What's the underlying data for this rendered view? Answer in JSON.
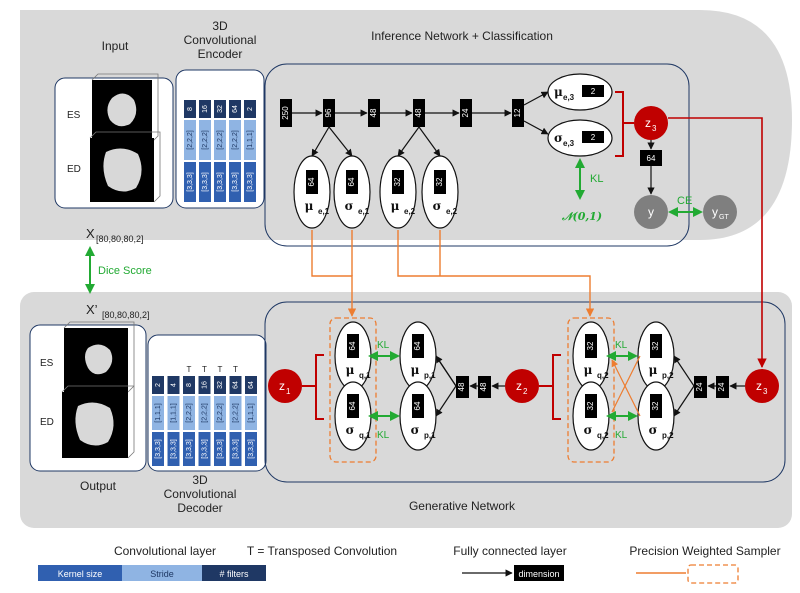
{
  "titles": {
    "input": "Input",
    "encoder_l1": "3D",
    "encoder_l2": "Convolutional",
    "encoder_l3": "Encoder",
    "inference": "Inference Network + Classification",
    "output": "Output",
    "decoder_l1": "3D",
    "decoder_l2": "Convolutional",
    "decoder_l3": "Decoder",
    "generative": "Generative Network"
  },
  "images": {
    "es": "ES",
    "ed": "ED"
  },
  "x_label": {
    "main": "X",
    "sub": "[80,80,80,2]"
  },
  "xprime_label": {
    "main": "X’",
    "sub": "[80,80,80,2]"
  },
  "dice": "Dice Score",
  "encoder_cols": [
    {
      "kernel": "[3,3,3]",
      "stride": "[2,2,2]",
      "filters": "8"
    },
    {
      "kernel": "[3,3,3]",
      "stride": "[2,2,2]",
      "filters": "16"
    },
    {
      "kernel": "[3,3,3]",
      "stride": "[2,2,2]",
      "filters": "32"
    },
    {
      "kernel": "[3,3,3]",
      "stride": "[2,2,2]",
      "filters": "64"
    },
    {
      "kernel": "[3,3,3]",
      "stride": "[1,1,1]",
      "filters": "2"
    }
  ],
  "decoder_cols": [
    {
      "kernel": "[3,3,3]",
      "stride": "[1,1,1]",
      "filters": "2",
      "t": ""
    },
    {
      "kernel": "[3,3,3]",
      "stride": "[1,1,1]",
      "filters": "4",
      "t": ""
    },
    {
      "kernel": "[3,3,3]",
      "stride": "[2,2,2]",
      "filters": "8",
      "t": "T"
    },
    {
      "kernel": "[3,3,3]",
      "stride": "[2,2,2]",
      "filters": "16",
      "t": "T"
    },
    {
      "kernel": "[3,3,3]",
      "stride": "[2,2,2]",
      "filters": "32",
      "t": "T"
    },
    {
      "kernel": "[3,3,3]",
      "stride": "[2,2,2]",
      "filters": "64",
      "t": "T"
    },
    {
      "kernel": "[3,3,3]",
      "stride": "[1,1,1]",
      "filters": "64",
      "t": ""
    }
  ],
  "inference_chain": [
    "250",
    "96",
    "48",
    "48",
    "24",
    "12"
  ],
  "inference_ellipses": [
    {
      "dim": "64",
      "sym": "μ",
      "sub": "e,1"
    },
    {
      "dim": "64",
      "sym": "σ",
      "sub": "e,1"
    },
    {
      "dim": "32",
      "sym": "μ",
      "sub": "e,2"
    },
    {
      "dim": "32",
      "sym": "σ",
      "sub": "e,2"
    }
  ],
  "top_ellipses": [
    {
      "dim": "2",
      "sym": "μ",
      "sub": "e,3"
    },
    {
      "dim": "2",
      "sym": "σ",
      "sub": "e,3"
    }
  ],
  "z3_top": {
    "main": "z",
    "sub": "3"
  },
  "cls_dim": "64",
  "y_label": "y",
  "ygt": {
    "main": "y",
    "sub": "GT"
  },
  "ce": "CE",
  "kl": "KL",
  "normal": "𝒩(0,1)",
  "gen_ellipses_1": [
    {
      "dim": "64",
      "sym": "μ",
      "sub": "q,1"
    },
    {
      "dim": "64",
      "sym": "σ",
      "sub": "q,1"
    },
    {
      "dim": "64",
      "sym": "μ",
      "sub": "p,1"
    },
    {
      "dim": "64",
      "sym": "σ",
      "sub": "p,1"
    }
  ],
  "gen_ellipses_2": [
    {
      "dim": "32",
      "sym": "μ",
      "sub": "q,2"
    },
    {
      "dim": "32",
      "sym": "σ",
      "sub": "q,2"
    },
    {
      "dim": "32",
      "sym": "μ",
      "sub": "p,2"
    },
    {
      "dim": "32",
      "sym": "σ",
      "sub": "p,2"
    }
  ],
  "gen_fc_1": [
    "48",
    "48"
  ],
  "gen_fc_2": [
    "24",
    "24"
  ],
  "z1": {
    "main": "z",
    "sub": "1"
  },
  "z2": {
    "main": "z",
    "sub": "2"
  },
  "z3_bottom": {
    "main": "z",
    "sub": "3"
  },
  "legend": {
    "conv_title": "Convolutional layer",
    "kernel": "Kernel size",
    "stride": "Stride",
    "filters": "# filters",
    "transposed": "T = Transposed Convolution",
    "fc_title": "Fully connected layer",
    "dimension": "dimension",
    "pws_title": "Precision Weighted Sampler"
  },
  "colors": {
    "panel": "#d9d9d9",
    "kernel": "#3060b0",
    "stride": "#8fb4e3",
    "filters": "#1f3864",
    "latent": "#c00000",
    "grey_node": "#7f7f7f",
    "green": "#22aa33",
    "orange": "#ed7d31",
    "navy": "#1f3864"
  }
}
